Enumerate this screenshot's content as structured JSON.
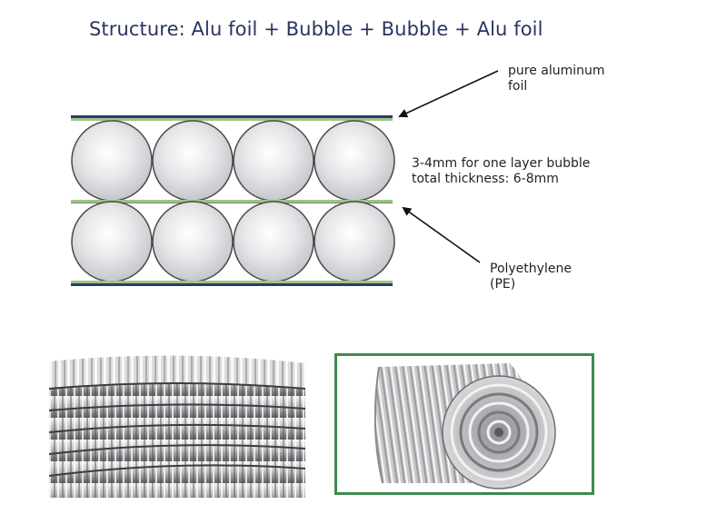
{
  "header": {
    "title": "Structure: Alu foil + Bubble + Bubble + Alu foil"
  },
  "annotations": {
    "foil": [
      "pure aluminum",
      "foil"
    ],
    "bubble": [
      "3-4mm for one layer bubble",
      "total thickness: 6-8mm"
    ],
    "pe": [
      "Polyethylene",
      "(PE)"
    ]
  },
  "colors": {
    "foil": "#2c3b6a",
    "pe": "#9fc28a",
    "bubble_fill": "#e3e3e6",
    "bubble_stroke": "#4a4a4a",
    "frame": "#3d8a4e"
  },
  "icons": {
    "photo_left": "stacked-foil-sheets-image",
    "photo_right": "foil-roll-image"
  }
}
